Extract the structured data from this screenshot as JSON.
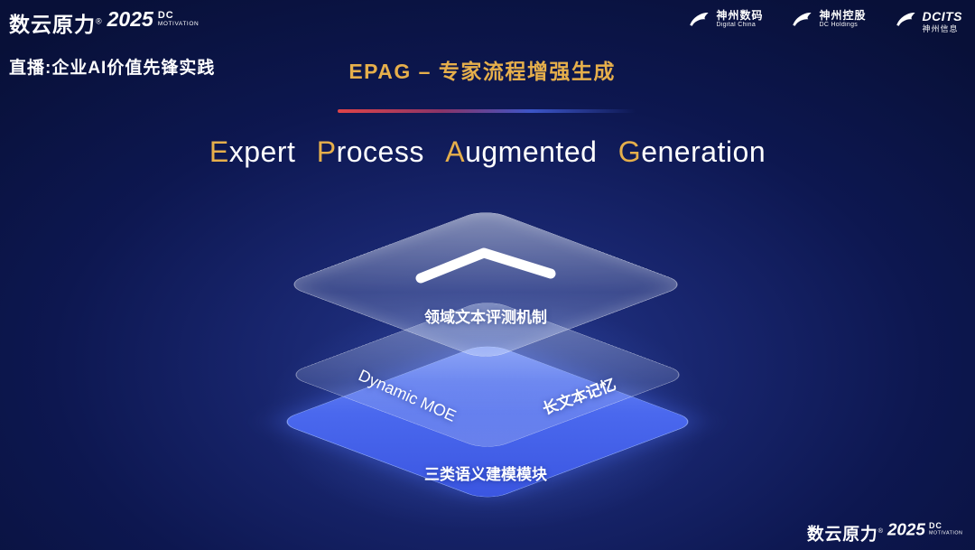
{
  "colors": {
    "accent_gold": "#E6AF4B",
    "layer_blue": "#4A68EE",
    "background_navy": "#0D1750",
    "divider_red": "#E04448",
    "divider_blue": "#3C55C8",
    "text_white": "#FFFFFF"
  },
  "brand": {
    "name": "数云原力",
    "reg": "®",
    "year": "2025",
    "tag_line1": "DC",
    "tag_line2": "MOTIVATION"
  },
  "header": {
    "live_label": "直播:企业AI价值先锋实践",
    "slide_title": "EPAG – 专家流程增强生成",
    "logos": [
      {
        "name": "神州数码",
        "sub": "Digital China"
      },
      {
        "name": "神州控股",
        "sub": "DC Holdings"
      },
      {
        "name": "DCITS",
        "sub": "神州信息"
      }
    ]
  },
  "main_title": {
    "words": [
      "Expert",
      "Process",
      "Augmented",
      "Generation"
    ]
  },
  "diagram": {
    "top_layer_label": "领域文本评测机制",
    "middle_layer_label_left": "Dynamic MOE",
    "middle_layer_label_right": "长文本记忆",
    "bottom_layer_label": "三类语义建模模块"
  }
}
